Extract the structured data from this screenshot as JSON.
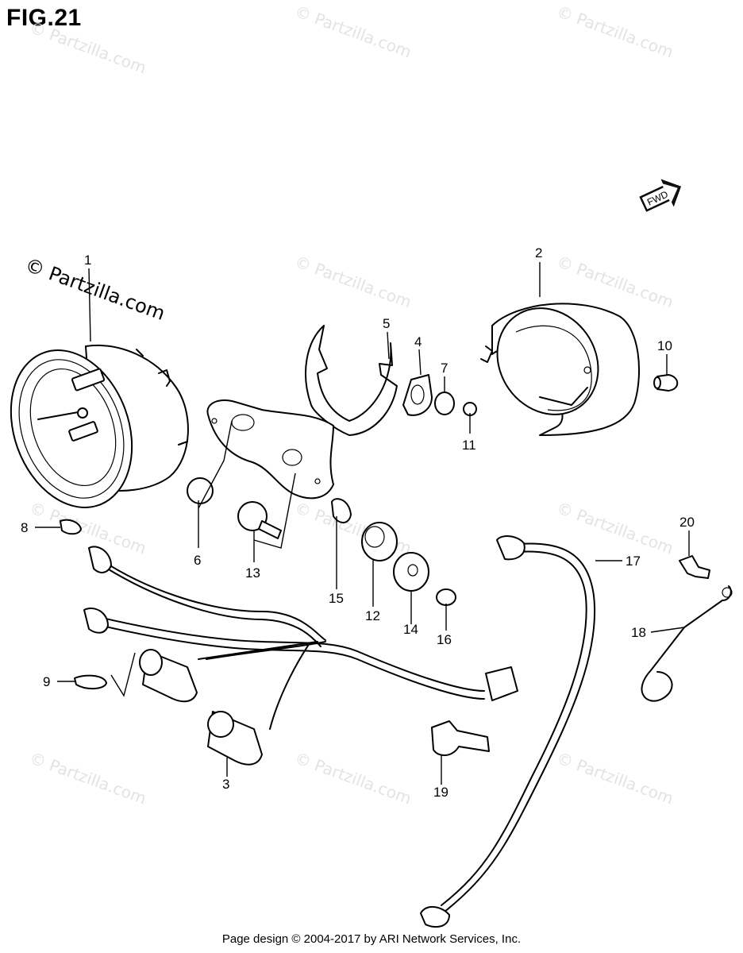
{
  "figure": {
    "title": "FIG.21",
    "fwd_label": "FWD",
    "footer": "Page design © 2004-2017 by ARI Network Services, Inc."
  },
  "watermarks": {
    "main": "© Partzilla.com",
    "faint": "© Partzilla.com"
  },
  "callouts": [
    "1",
    "2",
    "3",
    "4",
    "5",
    "6",
    "7",
    "8",
    "9",
    "10",
    "11",
    "12",
    "13",
    "14",
    "15",
    "16",
    "17",
    "18",
    "19",
    "20"
  ]
}
